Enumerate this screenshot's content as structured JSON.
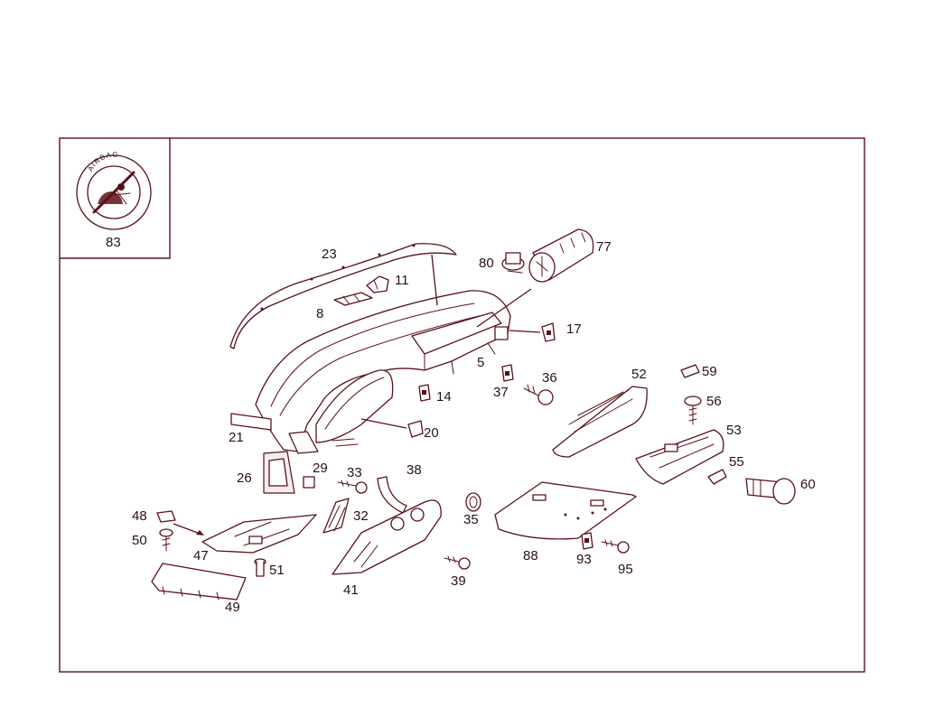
{
  "inset": {
    "badge_text": "AIRBAG",
    "label": "83"
  },
  "parts": {
    "p5": "5",
    "p8": "8",
    "p11": "11",
    "p14": "14",
    "p17": "17",
    "p20": "20",
    "p21": "21",
    "p23": "23",
    "p26": "26",
    "p29": "29",
    "p32": "32",
    "p33": "33",
    "p35": "35",
    "p36": "36",
    "p37": "37",
    "p38": "38",
    "p39": "39",
    "p41": "41",
    "p47": "47",
    "p48": "48",
    "p49": "49",
    "p50": "50",
    "p51": "51",
    "p52": "52",
    "p53": "53",
    "p55": "55",
    "p56": "56",
    "p59": "59",
    "p60": "60",
    "p77": "77",
    "p80": "80",
    "p88": "88",
    "p93": "93",
    "p95": "95"
  },
  "colors": {
    "line": "#5a1018",
    "text": "#2a1014"
  }
}
